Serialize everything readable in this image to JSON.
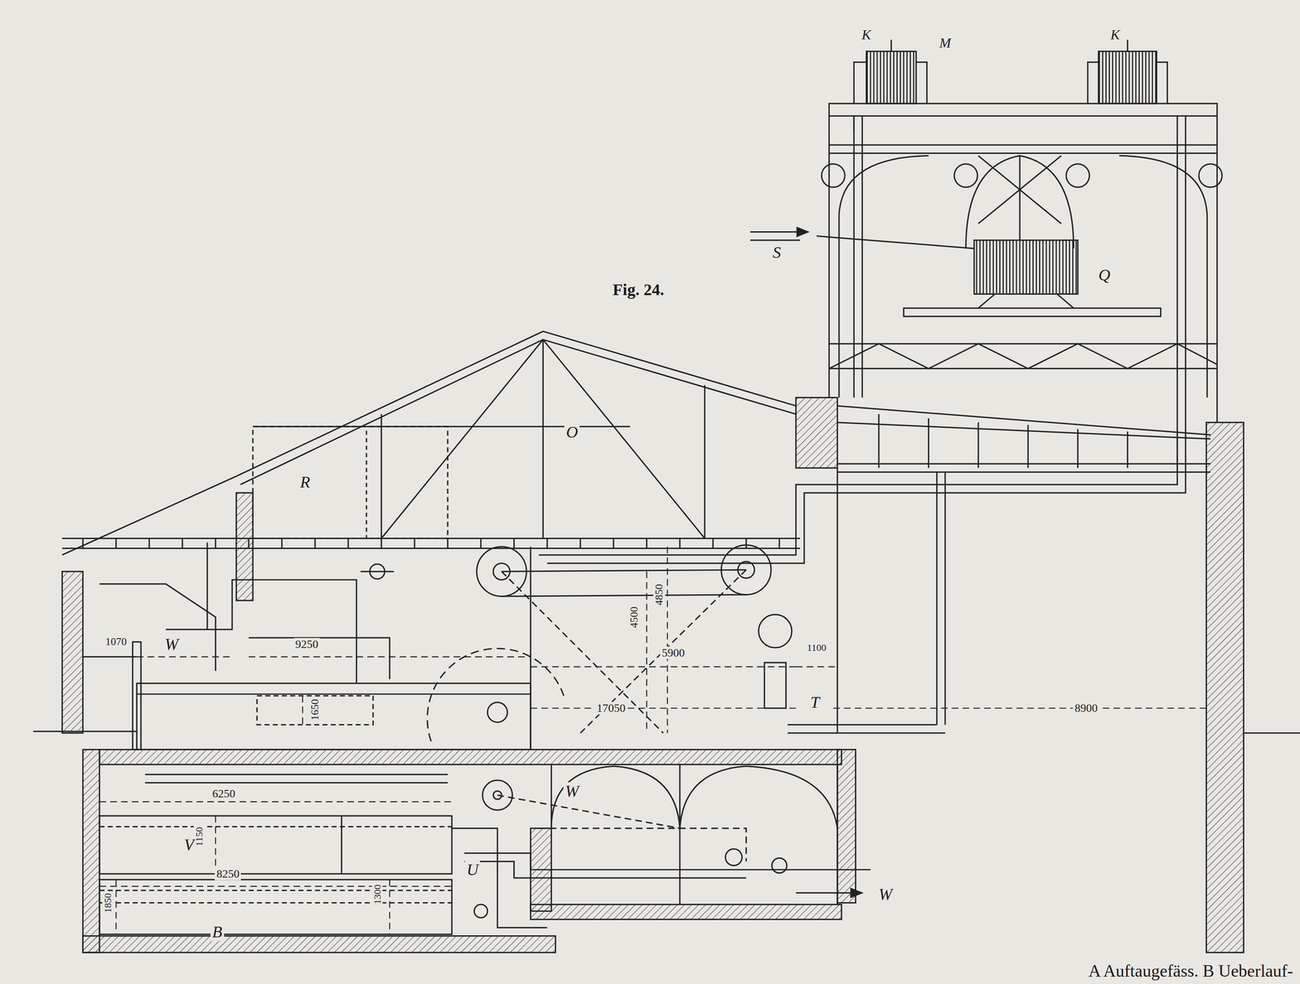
{
  "diagram": {
    "title": "Fig. 24.",
    "caption": "A Auftaugefäss. B Ueberlauf-",
    "labels": [
      "K",
      "M",
      "K",
      "S",
      "Q",
      "O",
      "R",
      "1070",
      "W",
      "9250",
      "1650",
      "4850",
      "4500",
      "5900",
      "17050",
      "1100",
      "T",
      "8900",
      "6250",
      "1150",
      "V",
      "W",
      "U",
      "W",
      "1850",
      "8250",
      "1300",
      "B"
    ]
  }
}
